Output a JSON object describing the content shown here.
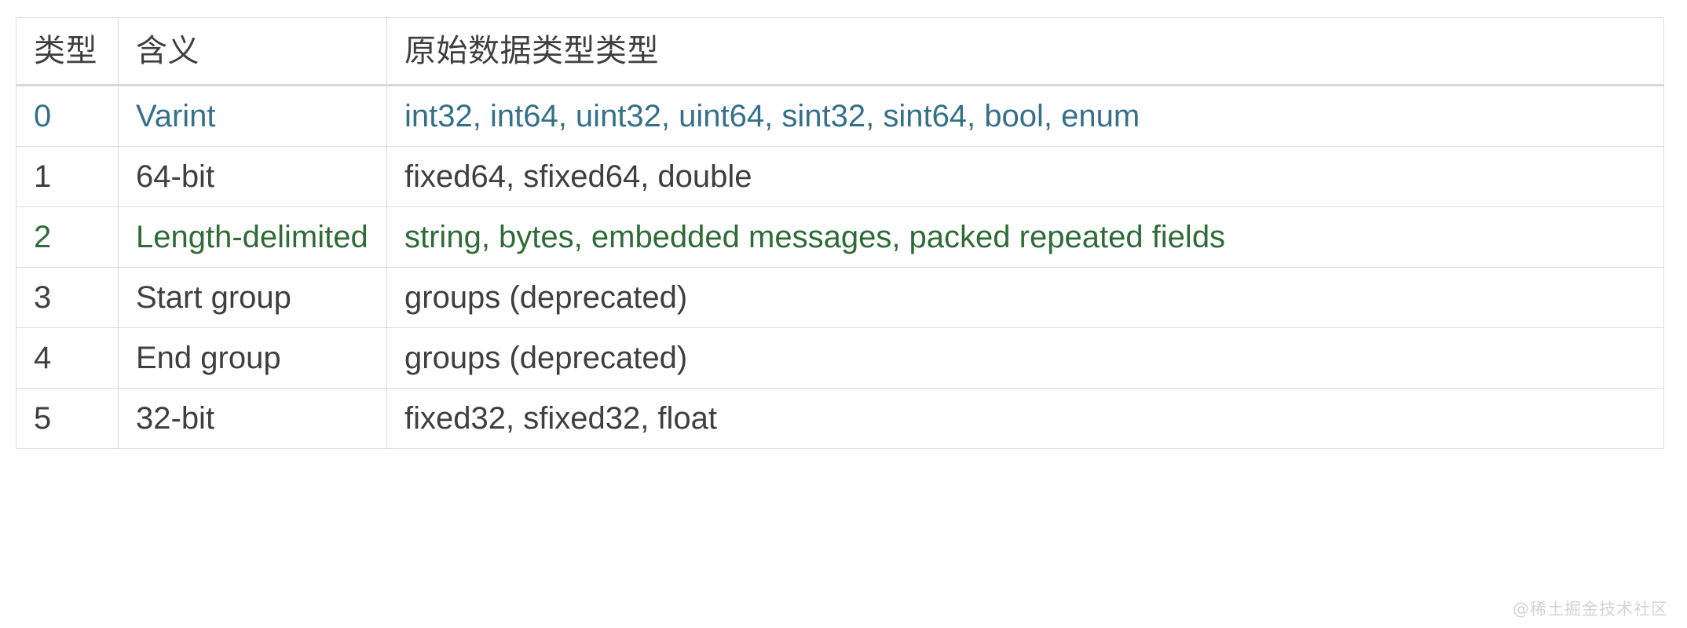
{
  "table": {
    "headers": [
      "类型",
      "含义",
      "原始数据类型类型"
    ],
    "rows": [
      {
        "type": "0",
        "meaning": "Varint",
        "native": "int32, int64, uint32, uint64, sint32, sint64, bool, enum",
        "color": "#35708a",
        "style": "teal"
      },
      {
        "type": "1",
        "meaning": "64-bit",
        "native": "fixed64, sfixed64, double",
        "color": "#3f3f3f",
        "style": "gray"
      },
      {
        "type": "2",
        "meaning": "Length-delimited",
        "native": "string, bytes, embedded messages, packed repeated fields",
        "color": "#2e6b36",
        "style": "green"
      },
      {
        "type": "3",
        "meaning": "Start group",
        "native": "groups (deprecated)",
        "color": "#3f3f3f",
        "style": "gray"
      },
      {
        "type": "4",
        "meaning": "End group",
        "native": "groups (deprecated)",
        "color": "#3f3f3f",
        "style": "gray"
      },
      {
        "type": "5",
        "meaning": "32-bit",
        "native": "fixed32, sfixed32, float",
        "color": "#3f3f3f",
        "style": "gray"
      }
    ]
  },
  "watermark": {
    "text": "@稀土掘金技术社区"
  },
  "colors": {
    "border": "#dcdcdc",
    "header_border": "#d8d8d8",
    "text_default": "#3f3f3f",
    "accent_teal": "#35708a",
    "accent_green": "#2e6b36",
    "watermark": "#d2d4d7",
    "background": "#ffffff"
  }
}
